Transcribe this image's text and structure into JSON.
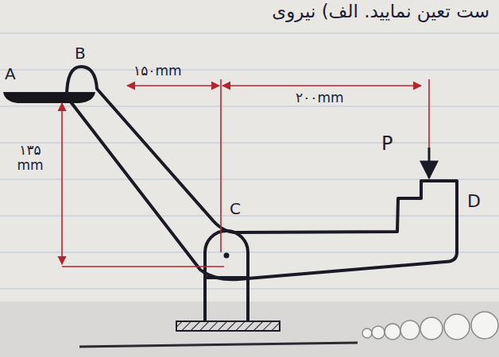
{
  "diagram": {
    "labels": [
      "ست تعین نمایید. الف) نیروی",
      "A",
      "B",
      "۱۵۰mm",
      "۲۰۰mm",
      "۱۳۵ mm",
      "P",
      "C",
      "D"
    ]
  }
}
